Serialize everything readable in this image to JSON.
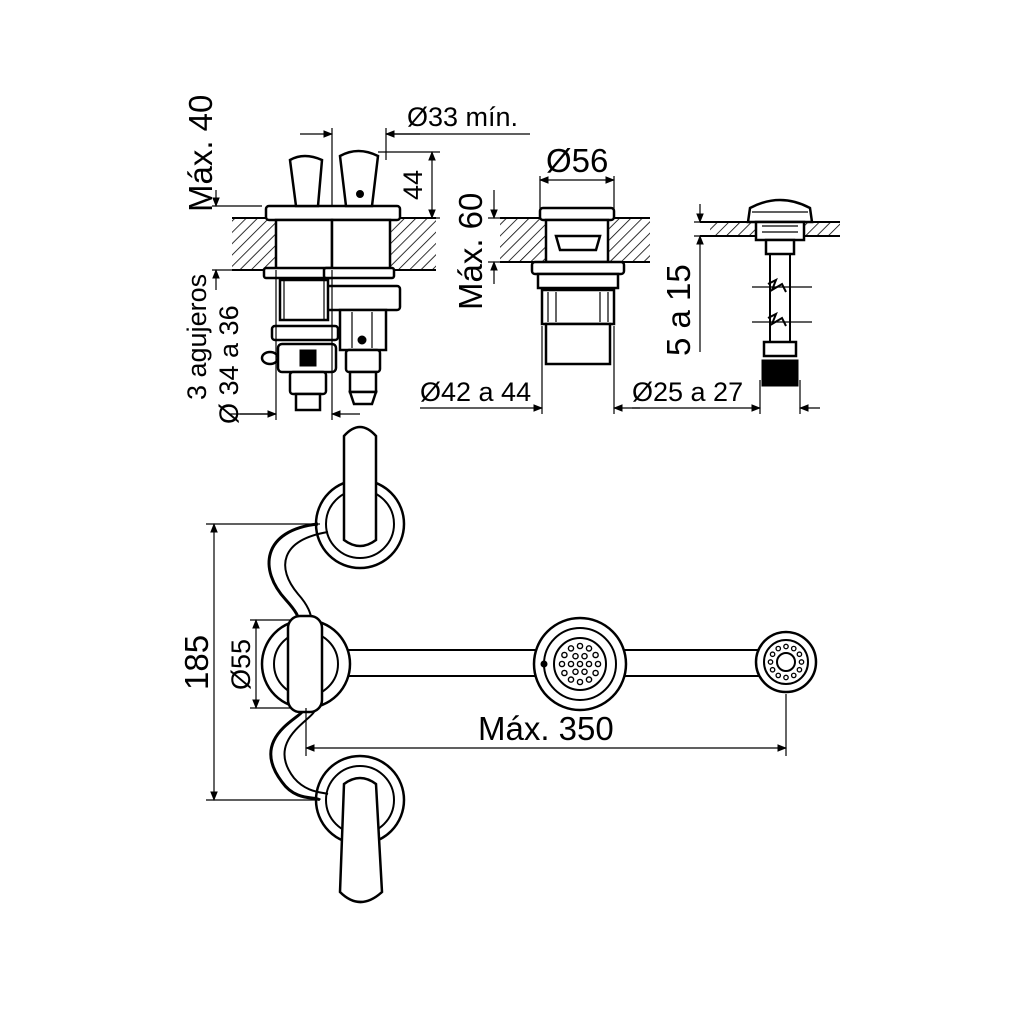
{
  "dimensions": {
    "max_40": "Máx. 40",
    "dia_33_min": "Ø33 mín.",
    "h_44": "44",
    "dia_56": "Ø56",
    "max_60": "Máx. 60",
    "holes_line1": "3 agujeros",
    "holes_line2": "Ø 34 a 36",
    "dia_42_44": "Ø42 a 44",
    "range_5_15": "5 a 15",
    "dia_25_27": "Ø25 a 27",
    "h_185": "185",
    "dia_55": "Ø55",
    "max_350": "Máx. 350"
  },
  "colors": {
    "line": "#000000",
    "background": "#ffffff"
  }
}
